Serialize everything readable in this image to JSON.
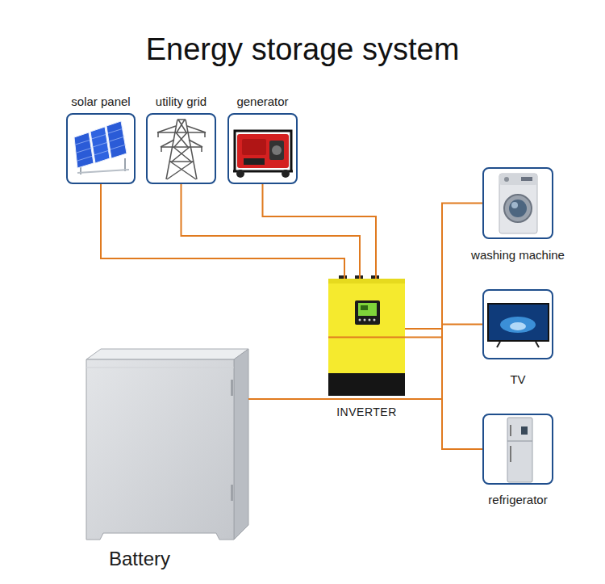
{
  "diagram": {
    "title": "Energy storage system",
    "nodes": [
      {
        "text": [
          "solar panel"
        ]
      },
      {
        "text": [
          "utility grid"
        ]
      },
      {
        "text": [
          "generator"
        ]
      },
      {
        "text": [
          "INVERTER"
        ]
      },
      {
        "text": [
          "washing machine"
        ]
      },
      {
        "text": [
          "TV"
        ]
      },
      {
        "text": [
          "refrigerator"
        ]
      },
      {
        "text": [
          "Battery"
        ]
      }
    ],
    "edges": [
      {
        "from": 0,
        "to": 3,
        "arrow": "none"
      },
      {
        "from": 1,
        "to": 3,
        "arrow": "none"
      },
      {
        "from": 2,
        "to": 3,
        "arrow": "none"
      },
      {
        "from": 3,
        "to": 4,
        "arrow": "none"
      },
      {
        "from": 3,
        "to": 5,
        "arrow": "none"
      },
      {
        "from": 3,
        "to": 6,
        "arrow": "none"
      },
      {
        "from": 7,
        "to": 3,
        "arrow": "none"
      }
    ]
  }
}
